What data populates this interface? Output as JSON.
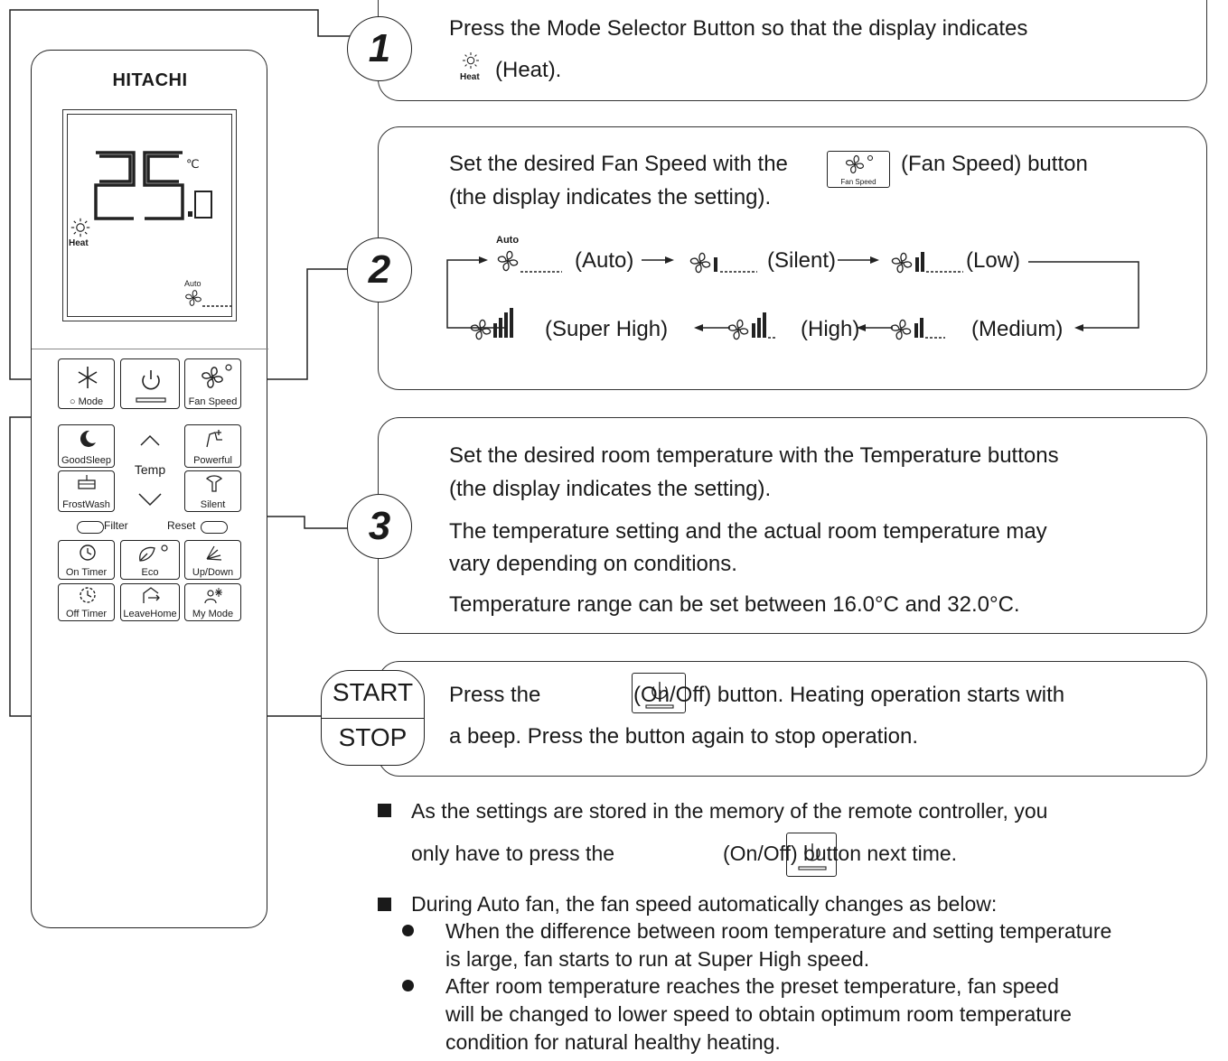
{
  "remote": {
    "brand": "HITACHI",
    "display": {
      "temperature_digits": "25",
      "temperature_decimal": ".0",
      "unit": "℃",
      "mode_label": "Heat",
      "fan_label": "Auto"
    },
    "buttons": {
      "mode": "Mode",
      "fan_speed": "Fan Speed",
      "goodsleep": "GoodSleep",
      "temp": "Temp",
      "powerful": "Powerful",
      "frostwash": "FrostWash",
      "silent": "Silent",
      "filter": "Filter",
      "reset": "Reset",
      "on_timer": "On Timer",
      "eco": "Eco",
      "updown": "Up/Down",
      "off_timer": "Off Timer",
      "leavehome": "LeaveHome",
      "my_mode": "My Mode"
    }
  },
  "steps": {
    "step1": {
      "number": "1",
      "line1": "Press the Mode Selector Button so that the display indicates",
      "line2": "(Heat).",
      "icon_label": "Heat"
    },
    "step2": {
      "number": "2",
      "line1_pre": "Set the desired Fan Speed with the",
      "line1_post": "(Fan Speed) button",
      "line2": "(the display indicates the setting).",
      "icon_label": "Fan Speed",
      "auto_small": "Auto",
      "speeds": {
        "auto": "(Auto)",
        "silent": "(Silent)",
        "low": "(Low)",
        "super_high": "(Super High)",
        "high": "(High)",
        "medium": "(Medium)"
      }
    },
    "step3": {
      "number": "3",
      "line1": "Set the desired room temperature with the Temperature buttons",
      "line2": "(the display indicates the setting).",
      "line3": "The temperature setting and the actual room temperature may",
      "line4": "vary depending on conditions.",
      "line5": "Temperature range can be set between 16.0°C and 32.0°C."
    },
    "step4": {
      "start": "START",
      "stop": "STOP",
      "line1_pre": "Press the",
      "line1_post": "(On/Off) button. Heating operation starts with",
      "line2": "a beep. Press the button again to stop operation."
    }
  },
  "notes": {
    "note1_line1": "As the settings are stored in the memory of the remote controller, you",
    "note1_line2_pre": "only have to press the",
    "note1_line2_post": "(On/Off) button next time.",
    "note2": "During Auto fan, the fan speed automatically changes as below:",
    "bullet1_line1": "When the difference between room temperature and setting temperature",
    "bullet1_line2": "is large, fan starts to run at Super High speed.",
    "bullet2_line1": "After room temperature reaches the preset temperature, fan speed",
    "bullet2_line2": "will be changed to lower speed to obtain optimum room temperature",
    "bullet2_line3": "condition for natural healthy heating."
  }
}
